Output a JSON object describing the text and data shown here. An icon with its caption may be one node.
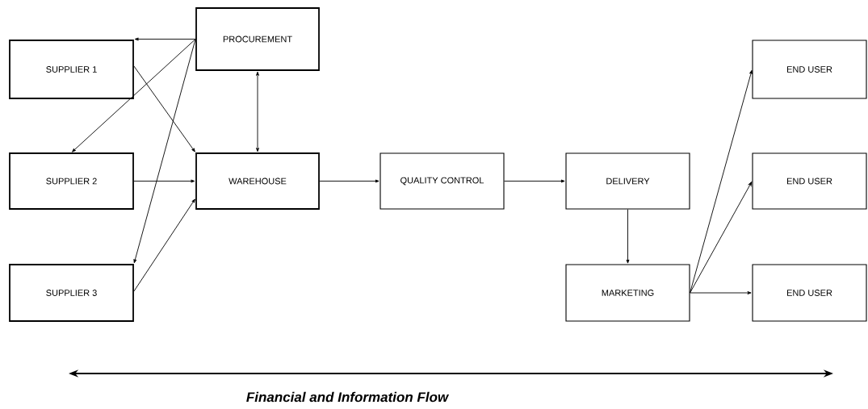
{
  "diagram": {
    "nodes": [
      {
        "text": [
          "PROCUREMENT"
        ]
      },
      {
        "text": [
          "SUPPLIER 1"
        ]
      },
      {
        "text": [
          "SUPPLIER 2"
        ]
      },
      {
        "text": [
          "SUPPLIER 3"
        ]
      },
      {
        "text": [
          "WAREHOUSE"
        ]
      },
      {
        "text": [
          "QUALITY CONTROL"
        ]
      },
      {
        "text": [
          "DELIVERY"
        ]
      },
      {
        "text": [
          "MARKETING"
        ]
      },
      {
        "text": [
          "END USER"
        ]
      },
      {
        "text": [
          "END USER"
        ]
      },
      {
        "text": [
          "END USER"
        ]
      }
    ],
    "edges": [
      {
        "from": 0,
        "to": 1,
        "arrow": "to"
      },
      {
        "from": 0,
        "to": 2,
        "arrow": "to"
      },
      {
        "from": 0,
        "to": 3,
        "arrow": "to"
      },
      {
        "from": 0,
        "to": 4,
        "arrow": "both"
      },
      {
        "from": 1,
        "to": 4,
        "arrow": "to"
      },
      {
        "from": 2,
        "to": 4,
        "arrow": "to"
      },
      {
        "from": 3,
        "to": 4,
        "arrow": "to"
      },
      {
        "from": 4,
        "to": 5,
        "arrow": "to"
      },
      {
        "from": 5,
        "to": 6,
        "arrow": "to"
      },
      {
        "from": 6,
        "to": 7,
        "arrow": "to"
      },
      {
        "from": 7,
        "to": 8,
        "arrow": "to"
      },
      {
        "from": 7,
        "to": 9,
        "arrow": "to"
      },
      {
        "from": 7,
        "to": 10,
        "arrow": "to"
      }
    ],
    "labels": [
      "Financial and Information Flow"
    ]
  }
}
